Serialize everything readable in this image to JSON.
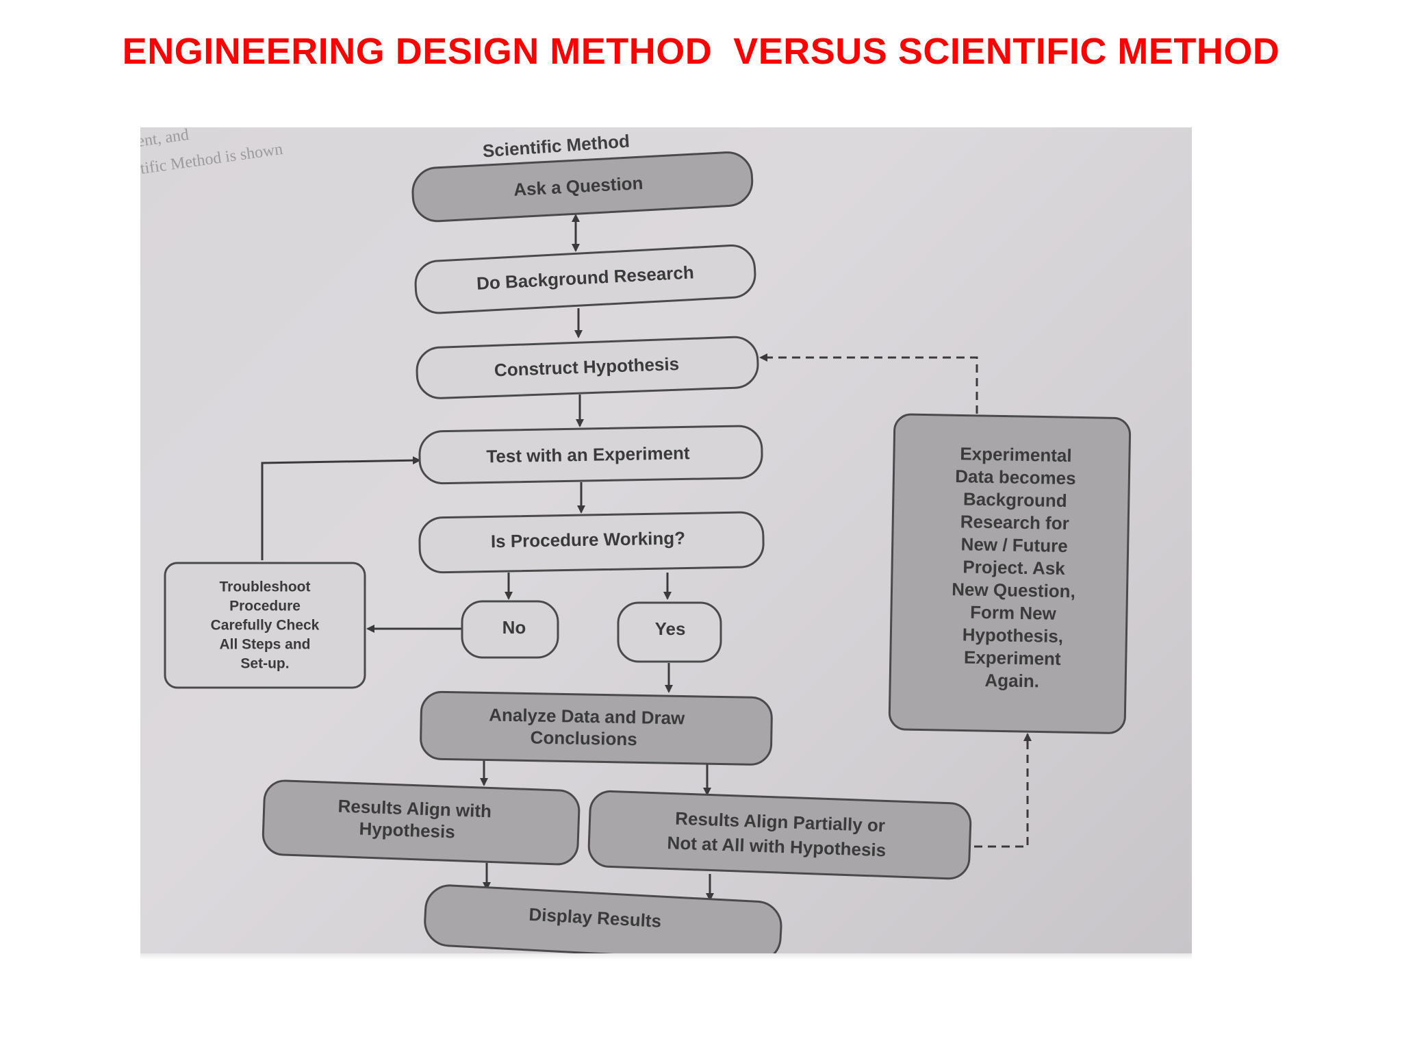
{
  "slide": {
    "title": "ENGINEERING DESIGN METHOD  VERSUS SCIENTIFIC METHOD"
  },
  "figure": {
    "page_fragment_line1": "ent, and",
    "page_fragment_line2": "tific Method is shown"
  },
  "diagram": {
    "heading": "Scientific Method",
    "nodes": {
      "ask_question": "Ask a Question",
      "background_research": "Do Background Research",
      "construct_hypothesis": "Construct Hypothesis",
      "test_experiment": "Test with an Experiment",
      "procedure_working": "Is Procedure Working?",
      "no": "No",
      "yes": "Yes",
      "troubleshoot": [
        "Troubleshoot",
        "Procedure",
        "Carefully Check",
        "All Steps and",
        "Set-up."
      ],
      "analyze": [
        "Analyze Data and Draw",
        "Conclusions"
      ],
      "results_align": [
        "Results Align with",
        "Hypothesis"
      ],
      "results_partial": [
        "Results Align Partially or",
        "Not at All with Hypothesis"
      ],
      "display_results": "Display Results",
      "experimental_data": [
        "Experimental",
        "Data becomes",
        "Background",
        "Research for",
        "New / Future",
        "Project. Ask",
        "New Question,",
        "Form New",
        "Hypothesis,",
        "Experiment",
        "Again."
      ]
    },
    "colors": {
      "dark_node": "#a9a6aa",
      "light_node": "#d8d5d9",
      "stroke": "#4a4a4a",
      "title_red": "#ff0000"
    }
  }
}
